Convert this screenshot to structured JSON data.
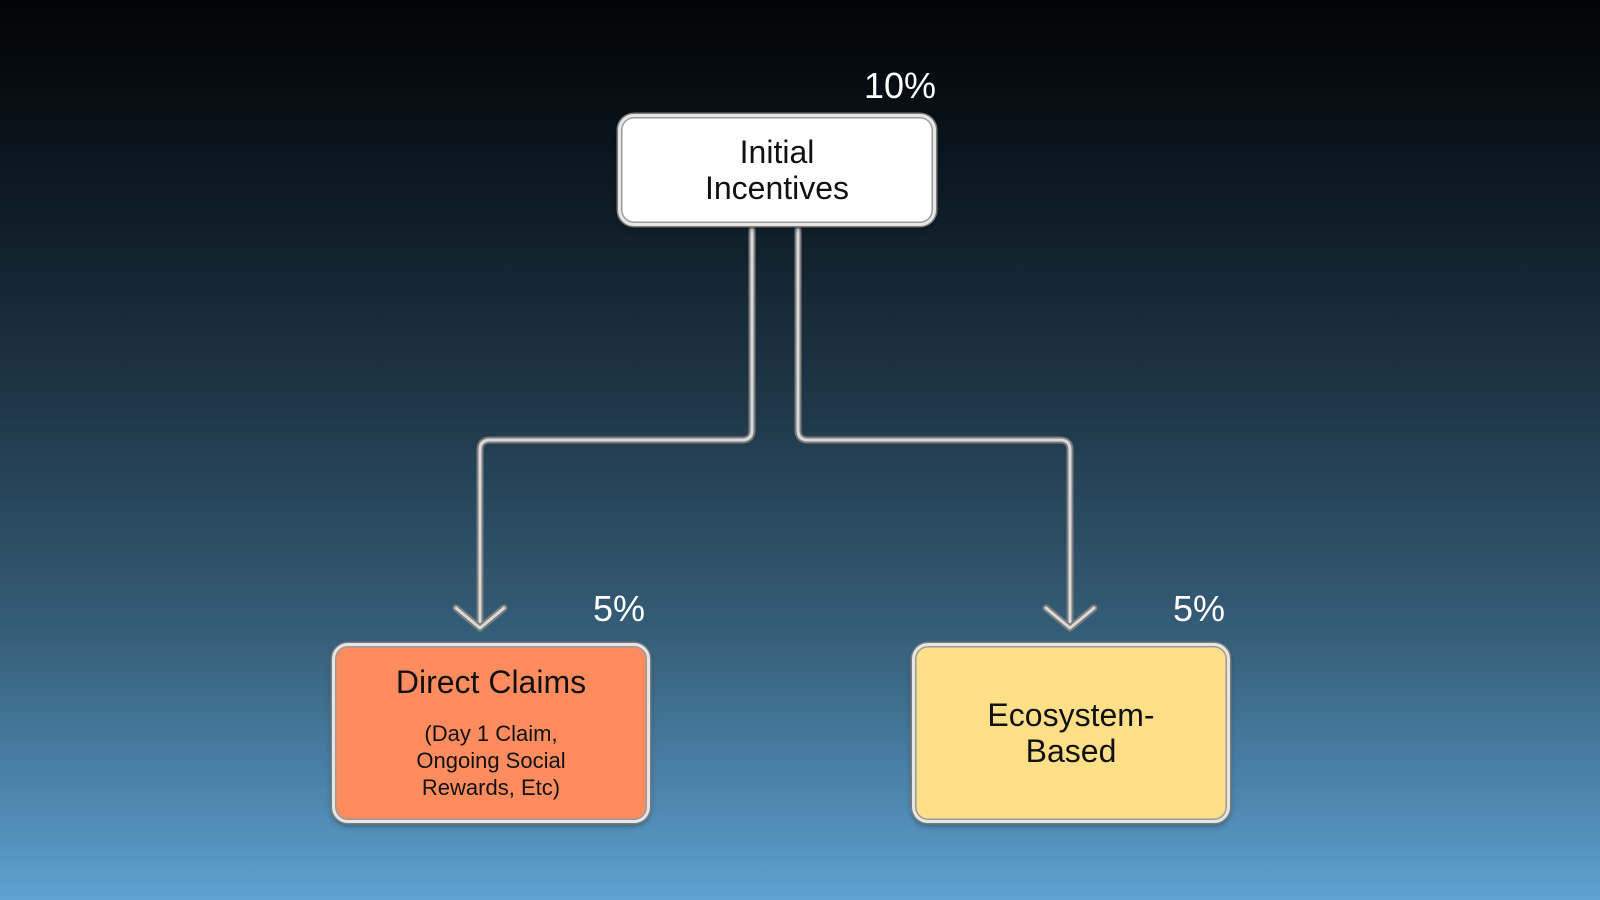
{
  "diagram": {
    "root": {
      "label": "Initial Incentives",
      "percentage": "10%"
    },
    "children": [
      {
        "label": "Direct Claims",
        "detail": "(Day 1 Claim, Ongoing Social Rewards, Etc)",
        "percentage": "5%",
        "color": "#ff8c5f"
      },
      {
        "label": "Ecosystem-Based",
        "percentage": "5%",
        "color": "#ffe089"
      }
    ],
    "colors": {
      "root_fill": "#ffffff",
      "connector": "#d9d9d9",
      "percentage_text": "#ffffff"
    }
  }
}
